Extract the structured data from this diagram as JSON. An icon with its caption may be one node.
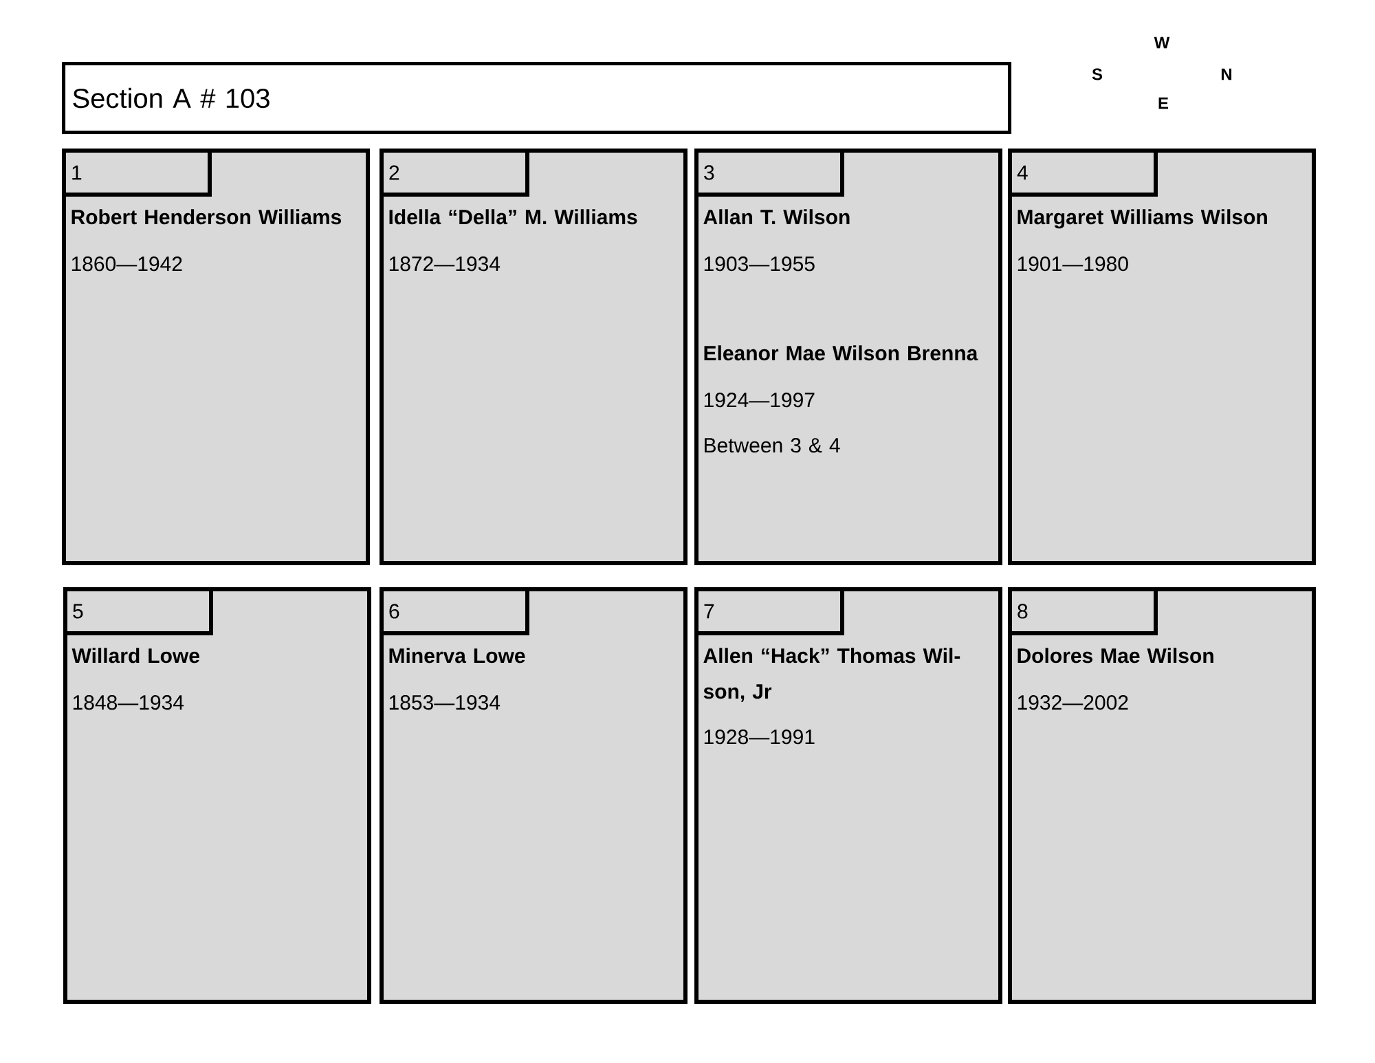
{
  "diagram": {
    "nodes": [
      {
        "text": [
          "Section A # 103"
        ]
      },
      {
        "text": [
          "Robert Henderson Williams",
          "1860—1942"
        ]
      },
      {
        "text": [
          "1"
        ],
        "in": 1
      },
      {
        "text": [
          "Idella “Della” M. Williams",
          "1872—1934"
        ]
      },
      {
        "text": [
          "2"
        ],
        "in": 3
      },
      {
        "text": [
          "Allan T. Wilson",
          "1903—1955",
          "Eleanor Mae Wilson Brenna",
          "1924—1997",
          "Between 3 & 4"
        ]
      },
      {
        "text": [
          "3"
        ],
        "in": 5
      },
      {
        "text": [
          "Margaret Williams Wilson",
          "1901—1980"
        ]
      },
      {
        "text": [
          "4"
        ],
        "in": 7
      },
      {
        "text": [
          "Willard Lowe",
          "1848—1934"
        ]
      },
      {
        "text": [
          "5"
        ],
        "in": 9
      },
      {
        "text": [
          "Minerva Lowe",
          "1853—1934"
        ]
      },
      {
        "text": [
          "6"
        ],
        "in": 11
      },
      {
        "text": [
          "Allen “Hack” Thomas Wil-son, Jr",
          "1928—1991"
        ]
      },
      {
        "text": [
          "7"
        ],
        "in": 13
      },
      {
        "text": [
          "Dolores Mae Wilson",
          "1932—2002"
        ]
      },
      {
        "text": [
          "8"
        ],
        "in": 15
      }
    ],
    "labels": [
      "W",
      "S",
      "N",
      "E"
    ]
  }
}
